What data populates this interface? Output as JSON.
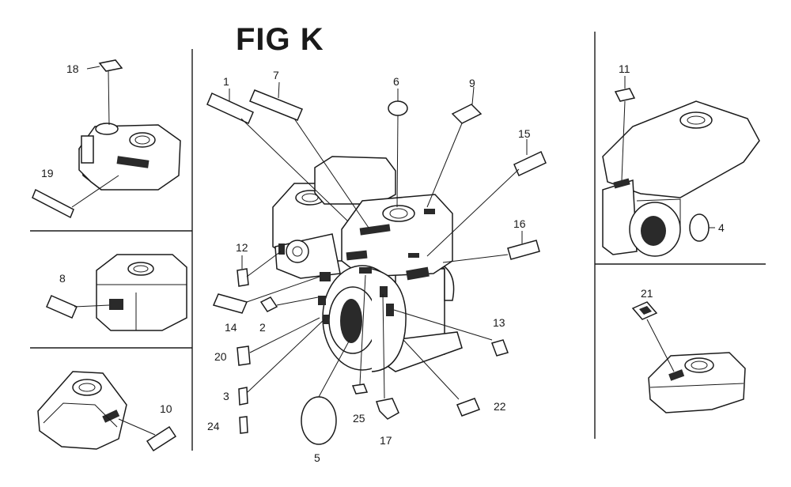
{
  "figure_title": "FIG K",
  "callouts": [
    "1",
    "2",
    "3",
    "4",
    "5",
    "6",
    "7",
    "8",
    "9",
    "10",
    "11",
    "12",
    "13",
    "14",
    "15",
    "16",
    "17",
    "18",
    "19",
    "20",
    "21",
    "22",
    "24",
    "25"
  ]
}
